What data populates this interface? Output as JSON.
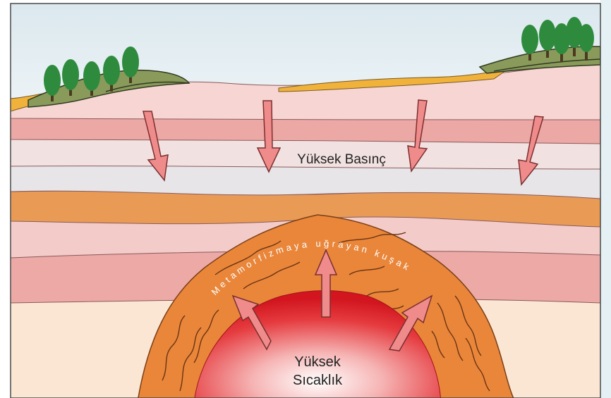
{
  "diagram": {
    "labels": {
      "pressure": "Yüksek Basınç",
      "heat_line1": "Yüksek",
      "heat_line2": "Sıcaklık",
      "zone": "Metamorfizmaya uğrayan kuşak"
    },
    "colors": {
      "sky_top": "#dde9ee",
      "sky_bottom": "#ffffff",
      "layer_light_pink": "#f5d5d2",
      "layer_pink": "#eba6a3",
      "layer_pale": "#f1e3e3",
      "layer_gray": "#e5e3e5",
      "layer_orange": "#e99b55",
      "layer_cream": "#fbe5d0",
      "zone_orange": "#e9863a",
      "magma_core": "#e2202e",
      "arrow_fill": "#f08b8b",
      "hill_green": "#8a9a5b",
      "hill_dark": "#3f4a2a",
      "tree_green": "#2e8b3e",
      "soil_yellow": "#f0b23b"
    },
    "icons": [
      "deciduous-tree-icon"
    ]
  }
}
